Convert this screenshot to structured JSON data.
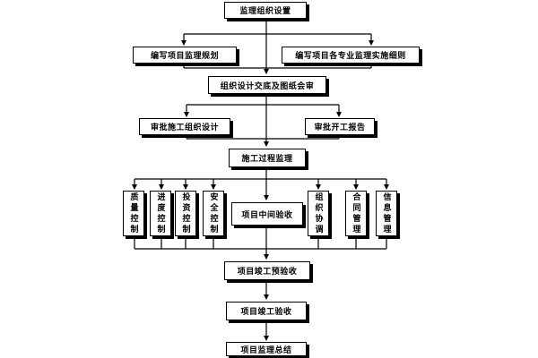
{
  "diagram": {
    "nodes": {
      "setup": "监理组织设置",
      "plan": "编写项目监理规划",
      "details": "编写项目各专业监理实施细则",
      "review": "组织设计交底及图纸会审",
      "approve_design": "审批施工组织设计",
      "approve_start": "审批开工报告",
      "supervision": "施工过程监理",
      "quality": "质量控制",
      "progress": "进度控制",
      "investment": "投资控制",
      "safety": "安全控制",
      "midcheck": "项目中间验收",
      "coordination": "组织协调",
      "contract": "合同管理",
      "info": "信息管理",
      "precheck": "项目竣工预验收",
      "finalcheck": "项目竣工验收",
      "summary": "项目监理总结"
    }
  }
}
